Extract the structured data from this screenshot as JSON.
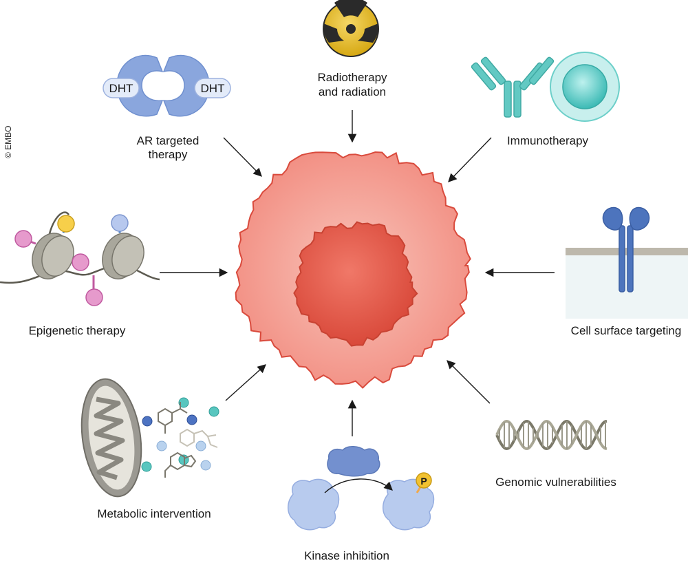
{
  "copyright": "© EMBO",
  "center": {
    "name": "cancer-cell"
  },
  "therapies": {
    "ar": {
      "line1": "AR targeted",
      "line2": "therapy",
      "ligand_left": "DHT",
      "ligand_right": "DHT"
    },
    "radio": {
      "line1": "Radiotherapy",
      "line2": "and radiation"
    },
    "immuno": {
      "label": "Immunotherapy"
    },
    "epigenetic": {
      "label": "Epigenetic therapy"
    },
    "surface": {
      "label": "Cell surface targeting"
    },
    "metabolic": {
      "label": "Metabolic intervention"
    },
    "kinase": {
      "label": "Kinase inhibition",
      "phospho": "P"
    },
    "genomic": {
      "label": "Genomic vulnerabilities"
    }
  },
  "colors": {
    "cell_outer": "#f4a59b",
    "cell_inner": "#e8614f",
    "cell_outline": "#d94a3c",
    "receptor_blue": "#8ea8da",
    "antibody_teal": "#55c4bf",
    "nucleosome_gray": "#a8a69b",
    "methyl_pink": "#e48cc4",
    "kinase_blue": "#b9cbef",
    "phospho_yellow": "#f2c230",
    "mito_gray": "#8a8a84",
    "membrane_gray": "#bdb8ac"
  }
}
